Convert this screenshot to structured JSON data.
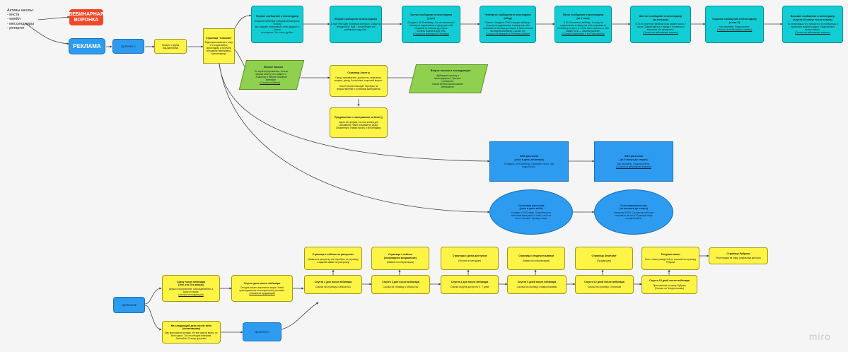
{
  "assets_note": "Активы школы:\n- инста\n- емейл\n- мессенджеры\n- ретаргет",
  "funnel_label": "ВЕБИНАРНАЯ\nВОРОНКА",
  "ads_label": "РЕКЛАМА",
  "chain_a_label": "Цепочка А",
  "lead_magnet": "Лендинг с двумя\nлид-магнитами",
  "thanks_page": {
    "title": "Страница \"Спасибо\"",
    "body": "Видеоприглашение к тому,\nчто подписались,\nмессенджер и получить\nобещанные материалы.\n(мессенджер)"
  },
  "messages": [
    {
      "title": "Первое сообщение в мессенджер",
      "body": "Описание вебинара+обещанный материал. Почему\nвас ожидает интенсив/что тебя ожидает, и ответы\nна вопросы. Это очень удобно."
    },
    {
      "title": "Второе сообщение в мессенджер",
      "body": "А ещё тебя ждёт полезный материал. Зайди на\nлендинг/что? Ещё... На вебинаре это\nразбираем подробно."
    },
    {
      "title": "Третье сообщение в мессенджер\n(утро)",
      "body": "Сегодня в 19:00 вебинар. Ты так отвечаешь?\nСсылку на подключение в сферу мы тебе\nотправим за полчаса до старта.\nВ очень полезной для тебя",
      "link": "(Ссылка на материал в Телеграм)"
    },
    {
      "title": "Четвёртое сообщение в мессенджер\n(обед)",
      "body": "Привет. Сегодня в 19:00 стартует вебинар.\nСсылку на подключение в сферу мы тебе\nотправим за полчаса до старта. А пока почитай\nпоследний материал. Ссылка тут:",
      "link": "(Ссылка на материал в Телеграм-канале)"
    },
    {
      "title": "Пятое сообщение в мессенджер\n(за 2 часа)",
      "body": "В 19:00 начнется вебинар. Ссылку на\nподключение в сферу мы тебе отправим за\nполчаса до старта. А чтобы было понятно, о чём\nпойдёт речь — почитай заранее:",
      "link": "(Ссылка на материал в YouTube-канале)"
    },
    {
      "title": "Шестое сообщение в мессенджер\n(за полчаса)",
      "body": "В 19:00 стартуем. Вебинар пока займёт около 2\nчасов. Подключайтесь к эфиру и готовьтесь к\nвопросам. Не пропустите.",
      "link": "(Ссылка на вебинарную комнату)"
    },
    {
      "title": "Седьмое сообщение в мессенджер\n(в час Х)",
      "body": "Мы начинаем. Подключайся!",
      "link": "(Ссылка на вебинарную комнату)"
    },
    {
      "title": "Восьмое сообщение в мессенджер\n(спустя 20 минут после старта)",
      "body": "Ты установишь, что толком что-то пропустишь и\nпропустить важное подали. Подключайся\nпрямо сейчас.",
      "link": "(Ссылка на вебинарную комнату)"
    }
  ],
  "first_letter": {
    "title": "Первое письмо",
    "body": "Ты зарегистрировалась. Теперь\nзапиши Анкету (это займёт 1 -\n2 минуты) и получи полезный\nматериал.",
    "link": "(Ссылка на Анкету)"
  },
  "survey_page": {
    "title": "Страница Анкеты",
    "body": "Город, направление, должность, увлечение,\nвозраст, доход, болит/тема, открытый вопрос.\n\nПосле заполнения идёт переброс на\nпредоставление с полезным материалом."
  },
  "second_letter": {
    "title": "Второе письмо и последующие",
    "body": "Дублируем цепочку в\nмессенджерах с Третьего\nсообщения.\nМожно менять расположение\nматериалов."
  },
  "survey_offer": {
    "title": "Предложение с материалом за Анкету",
    "body": "Здесь нет формы, но есть кнопка для\nскачивания. Файл скачивается сразу.\nОбязательно ставим писать и Мессенджер."
  },
  "sms_morning": {
    "title": "SMS-рассылка\n(утро в день вебинара)",
    "body": "Сегодня в 19:00 вебинар. Проверьте почту. Там\nподробности."
  },
  "sms_five": {
    "title": "SMS-рассылка\n(за 5 минут до старта)",
    "body": "Мы начинаем. Подключайтесь.",
    "link": "(Ссылка на вебинарную комнату)"
  },
  "voice_day": {
    "title": "Голосовая рассылка\n(утро в день вебо)",
    "body": "Сегодня в 19:00 эфир. Подробности и\nполезный материал по теме у тебя на\nпочте. Загляни. Проверь ящик."
  },
  "voice_half": {
    "title": "Голосовая рассылка\n(за полчаса до старта)",
    "body": "Начинаем 19:00. Ссылку мы тебе уже\nотправили на почту. Проверяй ящик\nи подключайся."
  },
  "chain_b_label": "Цепочка Б",
  "chain_a2_label": "Цепочка А",
  "bottom_top": [
    {
      "title": "Страница с кейсом по рассрочке",
      "body": "(Заявка на рассрочку или переброс на страницу\nс задачей заявки на рассрочку)"
    },
    {
      "title": "Страница с кейсом\n(популярное возражение)",
      "body": "(Заявка на консультацию)"
    },
    {
      "title": "Страница с днем доступом",
      "body": "(Оплата по методике)"
    },
    {
      "title": "Страница с видеоотзывами",
      "body": "(Заявка на консультацию)"
    },
    {
      "title": "Страница Downsale",
      "body": "(Продающая)"
    },
    {
      "title": "Telegram-канал",
      "body": "Пост с мини-разидеттой со ссылкой на страницу\nРубрики"
    },
    {
      "title": "Страница Рубрики",
      "body": "Регистрация на эфир (отдельный цепочка)"
    }
  ],
  "bottom_row": [
    {
      "title": "Сразу после вебинара\n(тем, кто без заказа)",
      "body": "Держи сторитрясение, присоединяйтесь к\nкурсу по акции.",
      "link": "(ссылка на продающий)"
    },
    {
      "title": "Спустя день после вебинара",
      "body": "Сегодня начало закончится акция. Успей\nприсоединиться на специальных условиях:",
      "link": "(Ссылка на продающий)"
    },
    {
      "title": "Спустя 2 дня после вебинара",
      "body": "Ссылка на страницу с кейсом №1"
    },
    {
      "title": "Спустя 3 дня после вебинара",
      "body": "Ссылка на страницу с кейсом №2"
    },
    {
      "title": "Спустя 4 дня после вебинара",
      "body": "Ссылка на день доступ на 5 - 7 дней"
    },
    {
      "title": "Спустя 5 дней после вебинара",
      "body": "Ссылка на страницу с видеоотзывами"
    },
    {
      "title": "Спустя 12 дней после вебинара",
      "body": "Ссылка на страницу с Downsale"
    },
    {
      "title": "Спустя 15 дней после вебинара",
      "body": "Приглашение на эфир Рубрики\n(Ссылка на Telegram-канал)"
    }
  ],
  "next_day": {
    "title": "На следующий день после вебо\n(оплатившим)",
    "body": "Вас пригласили на эфир. Не все смогли войти, но\nбыло круто. Так что сегодня повторим.\nЗалетайте! Ссылку пришлём."
  },
  "brand": "miro"
}
